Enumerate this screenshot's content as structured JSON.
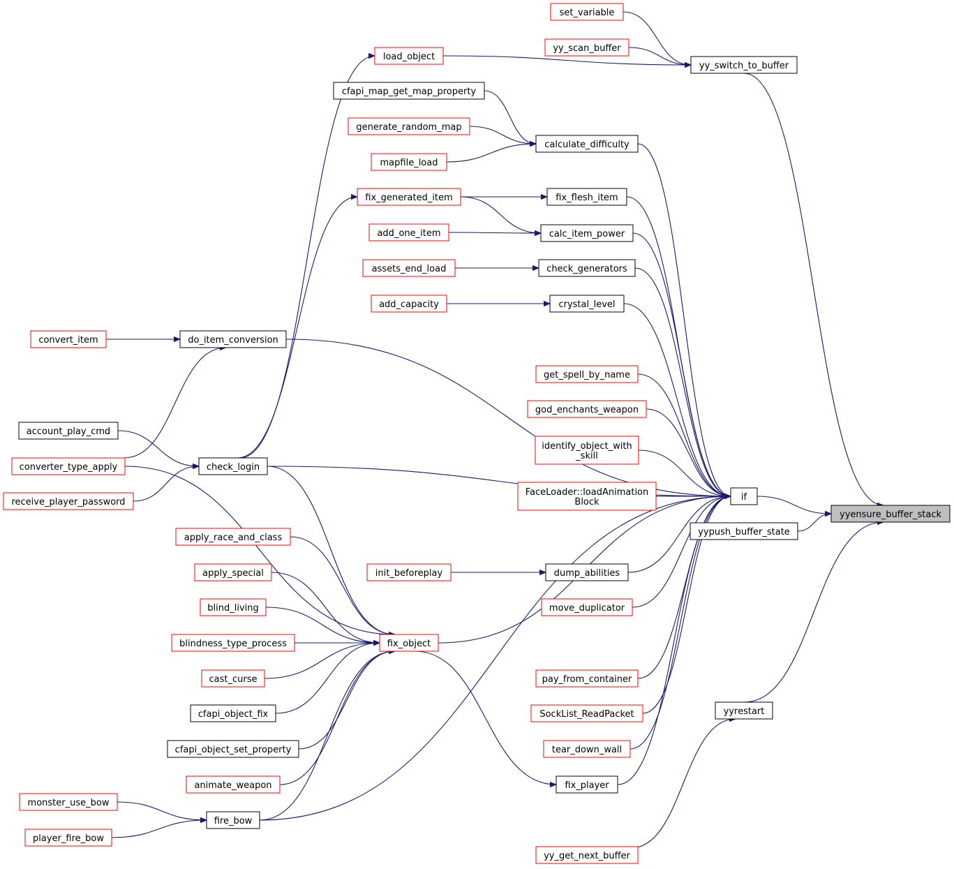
{
  "diagram": {
    "colors": {
      "edge": "#191970",
      "documented_border": "#000000",
      "undocumented_border": "#ff0000",
      "target_fill": "#bfbfbf"
    },
    "nodes": [
      {
        "id": "set_variable",
        "label": [
          "set_variable"
        ],
        "style": "red"
      },
      {
        "id": "yy_scan_buffer",
        "label": [
          "yy_scan_buffer"
        ],
        "style": "red"
      },
      {
        "id": "load_object",
        "label": [
          "load_object"
        ],
        "style": "red"
      },
      {
        "id": "yy_switch_to_buffer",
        "label": [
          "yy_switch_to_buffer"
        ],
        "style": "black"
      },
      {
        "id": "cfapi_map_get_map_property",
        "label": [
          "cfapi_map_get_map_property"
        ],
        "style": "black"
      },
      {
        "id": "generate_random_map",
        "label": [
          "generate_random_map"
        ],
        "style": "red"
      },
      {
        "id": "calculate_difficulty",
        "label": [
          "calculate_difficulty"
        ],
        "style": "black"
      },
      {
        "id": "mapfile_load",
        "label": [
          "mapfile_load"
        ],
        "style": "red"
      },
      {
        "id": "fix_generated_item",
        "label": [
          "fix_generated_item"
        ],
        "style": "red"
      },
      {
        "id": "fix_flesh_item",
        "label": [
          "fix_flesh_item"
        ],
        "style": "black"
      },
      {
        "id": "add_one_item",
        "label": [
          "add_one_item"
        ],
        "style": "red"
      },
      {
        "id": "calc_item_power",
        "label": [
          "calc_item_power"
        ],
        "style": "black"
      },
      {
        "id": "assets_end_load",
        "label": [
          "assets_end_load"
        ],
        "style": "red"
      },
      {
        "id": "check_generators",
        "label": [
          "check_generators"
        ],
        "style": "black"
      },
      {
        "id": "add_capacity",
        "label": [
          "add_capacity"
        ],
        "style": "red"
      },
      {
        "id": "crystal_level",
        "label": [
          "crystal_level"
        ],
        "style": "black"
      },
      {
        "id": "convert_item",
        "label": [
          "convert_item"
        ],
        "style": "red"
      },
      {
        "id": "do_item_conversion",
        "label": [
          "do_item_conversion"
        ],
        "style": "black"
      },
      {
        "id": "get_spell_by_name",
        "label": [
          "get_spell_by_name"
        ],
        "style": "red"
      },
      {
        "id": "god_enchants_weapon",
        "label": [
          "god_enchants_weapon"
        ],
        "style": "red"
      },
      {
        "id": "identify_object_with_skill",
        "label": [
          "identify_object_with",
          "_skill"
        ],
        "style": "red"
      },
      {
        "id": "account_play_cmd",
        "label": [
          "account_play_cmd"
        ],
        "style": "black"
      },
      {
        "id": "converter_type_apply",
        "label": [
          "converter_type_apply"
        ],
        "style": "red"
      },
      {
        "id": "check_login",
        "label": [
          "check_login"
        ],
        "style": "black"
      },
      {
        "id": "receive_player_password",
        "label": [
          "receive_player_password"
        ],
        "style": "red"
      },
      {
        "id": "FaceLoader_loadAnimationBlock",
        "label": [
          "FaceLoader::loadAnimation",
          "Block"
        ],
        "style": "red"
      },
      {
        "id": "if",
        "label": [
          "if"
        ],
        "style": "black"
      },
      {
        "id": "yyensure_buffer_stack",
        "label": [
          "yyensure_buffer_stack"
        ],
        "style": "target"
      },
      {
        "id": "yypush_buffer_state",
        "label": [
          "yypush_buffer_state"
        ],
        "style": "black"
      },
      {
        "id": "apply_race_and_class",
        "label": [
          "apply_race_and_class"
        ],
        "style": "red"
      },
      {
        "id": "apply_special",
        "label": [
          "apply_special"
        ],
        "style": "red"
      },
      {
        "id": "init_beforeplay",
        "label": [
          "init_beforeplay"
        ],
        "style": "red"
      },
      {
        "id": "dump_abilities",
        "label": [
          "dump_abilities"
        ],
        "style": "black"
      },
      {
        "id": "blind_living",
        "label": [
          "blind_living"
        ],
        "style": "red"
      },
      {
        "id": "move_duplicator",
        "label": [
          "move_duplicator"
        ],
        "style": "red"
      },
      {
        "id": "blindness_type_process",
        "label": [
          "blindness_type_process"
        ],
        "style": "red"
      },
      {
        "id": "fix_object",
        "label": [
          "fix_object"
        ],
        "style": "red"
      },
      {
        "id": "cast_curse",
        "label": [
          "cast_curse"
        ],
        "style": "red"
      },
      {
        "id": "pay_from_container",
        "label": [
          "pay_from_container"
        ],
        "style": "red"
      },
      {
        "id": "cfapi_object_fix",
        "label": [
          "cfapi_object_fix"
        ],
        "style": "black"
      },
      {
        "id": "SockList_ReadPacket",
        "label": [
          "SockList_ReadPacket"
        ],
        "style": "red"
      },
      {
        "id": "yyrestart",
        "label": [
          "yyrestart"
        ],
        "style": "black"
      },
      {
        "id": "cfapi_object_set_property",
        "label": [
          "cfapi_object_set_property"
        ],
        "style": "black"
      },
      {
        "id": "tear_down_wall",
        "label": [
          "tear_down_wall"
        ],
        "style": "red"
      },
      {
        "id": "animate_weapon",
        "label": [
          "animate_weapon"
        ],
        "style": "red"
      },
      {
        "id": "fix_player",
        "label": [
          "fix_player"
        ],
        "style": "black"
      },
      {
        "id": "monster_use_bow",
        "label": [
          "monster_use_bow"
        ],
        "style": "red"
      },
      {
        "id": "fire_bow",
        "label": [
          "fire_bow"
        ],
        "style": "black"
      },
      {
        "id": "player_fire_bow",
        "label": [
          "player_fire_bow"
        ],
        "style": "red"
      },
      {
        "id": "yy_get_next_buffer",
        "label": [
          "yy_get_next_buffer"
        ],
        "style": "red"
      }
    ],
    "edges": [
      [
        "set_variable",
        "yy_switch_to_buffer"
      ],
      [
        "yy_scan_buffer",
        "yy_switch_to_buffer"
      ],
      [
        "load_object",
        "yy_switch_to_buffer"
      ],
      [
        "yy_switch_to_buffer",
        "yyensure_buffer_stack"
      ],
      [
        "cfapi_map_get_map_property",
        "calculate_difficulty"
      ],
      [
        "generate_random_map",
        "calculate_difficulty"
      ],
      [
        "mapfile_load",
        "calculate_difficulty"
      ],
      [
        "calculate_difficulty",
        "if"
      ],
      [
        "fix_generated_item",
        "fix_flesh_item"
      ],
      [
        "fix_generated_item",
        "calc_item_power"
      ],
      [
        "add_one_item",
        "calc_item_power"
      ],
      [
        "fix_flesh_item",
        "if"
      ],
      [
        "calc_item_power",
        "if"
      ],
      [
        "assets_end_load",
        "check_generators"
      ],
      [
        "check_generators",
        "if"
      ],
      [
        "add_capacity",
        "crystal_level"
      ],
      [
        "crystal_level",
        "if"
      ],
      [
        "convert_item",
        "do_item_conversion"
      ],
      [
        "do_item_conversion",
        "if"
      ],
      [
        "get_spell_by_name",
        "if"
      ],
      [
        "god_enchants_weapon",
        "if"
      ],
      [
        "identify_object_with_skill",
        "if"
      ],
      [
        "FaceLoader_loadAnimationBlock",
        "if"
      ],
      [
        "check_login",
        "load_object"
      ],
      [
        "check_login",
        "fix_generated_item"
      ],
      [
        "converter_type_apply",
        "do_item_conversion"
      ],
      [
        "account_play_cmd",
        "check_login"
      ],
      [
        "receive_player_password",
        "check_login"
      ],
      [
        "check_login",
        "if"
      ],
      [
        "if",
        "yyensure_buffer_stack"
      ],
      [
        "yypush_buffer_state",
        "yyensure_buffer_stack"
      ],
      [
        "init_beforeplay",
        "dump_abilities"
      ],
      [
        "dump_abilities",
        "if"
      ],
      [
        "move_duplicator",
        "if"
      ],
      [
        "pay_from_container",
        "if"
      ],
      [
        "SockList_ReadPacket",
        "if"
      ],
      [
        "tear_down_wall",
        "if"
      ],
      [
        "fix_player",
        "if"
      ],
      [
        "fire_bow",
        "if"
      ],
      [
        "fix_object",
        "if"
      ],
      [
        "check_login",
        "fix_object"
      ],
      [
        "converter_type_apply",
        "fix_object"
      ],
      [
        "apply_race_and_class",
        "fix_object"
      ],
      [
        "apply_special",
        "fix_object"
      ],
      [
        "blind_living",
        "fix_object"
      ],
      [
        "blindness_type_process",
        "fix_object"
      ],
      [
        "cast_curse",
        "fix_object"
      ],
      [
        "cfapi_object_fix",
        "fix_object"
      ],
      [
        "cfapi_object_set_property",
        "fix_object"
      ],
      [
        "animate_weapon",
        "fix_object"
      ],
      [
        "fire_bow",
        "fix_object"
      ],
      [
        "fix_object",
        "fix_player"
      ],
      [
        "monster_use_bow",
        "fire_bow"
      ],
      [
        "player_fire_bow",
        "fire_bow"
      ],
      [
        "yyrestart",
        "yyensure_buffer_stack"
      ],
      [
        "yy_get_next_buffer",
        "yyrestart"
      ]
    ]
  }
}
